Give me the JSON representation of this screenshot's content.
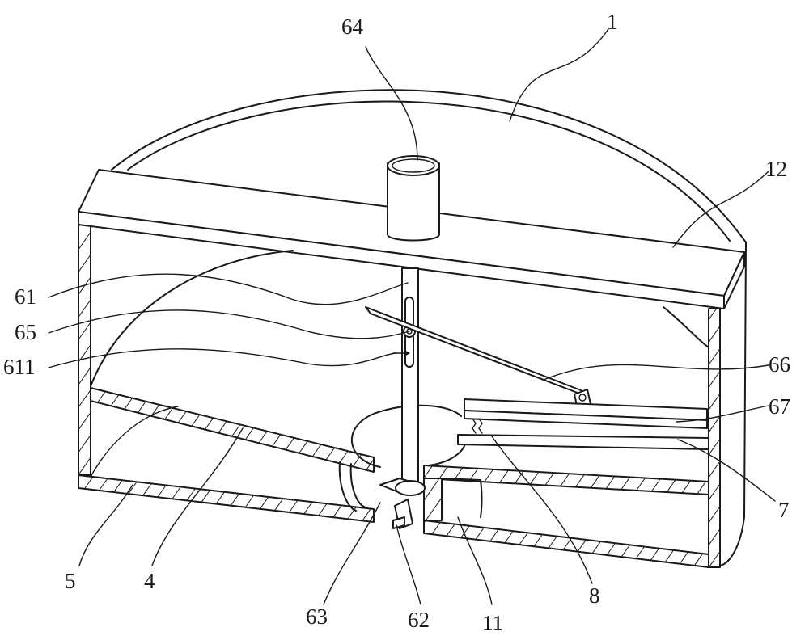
{
  "labels": {
    "l1": "1",
    "l12": "12",
    "l64": "64",
    "l61": "61",
    "l65": "65",
    "l611": "611",
    "l66": "66",
    "l67": "67",
    "l7": "7",
    "l8": "8",
    "l11": "11",
    "l62": "62",
    "l63": "63",
    "l4": "4",
    "l5": "5"
  }
}
